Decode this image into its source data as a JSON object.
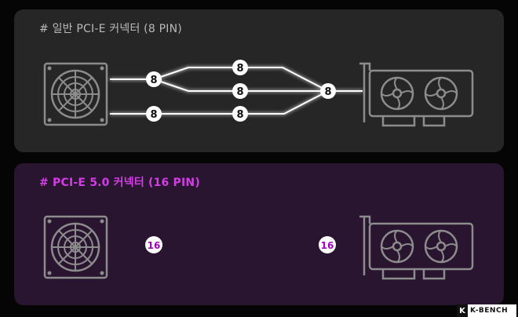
{
  "top": {
    "title": "# 일반 PCI-E 커넥터 (8 PIN)",
    "pins": [
      "8",
      "8",
      "8",
      "8",
      "8",
      "8"
    ]
  },
  "bottom": {
    "title": "# PCI-E 5.0 커넥터 (16 PIN)",
    "pins": [
      "16",
      "16"
    ]
  },
  "logo": {
    "mark": "K",
    "text": "K-BENCH"
  },
  "colors": {
    "purple": "#c81fe0",
    "white": "#ffffff",
    "gray": "#8a8a8a"
  }
}
